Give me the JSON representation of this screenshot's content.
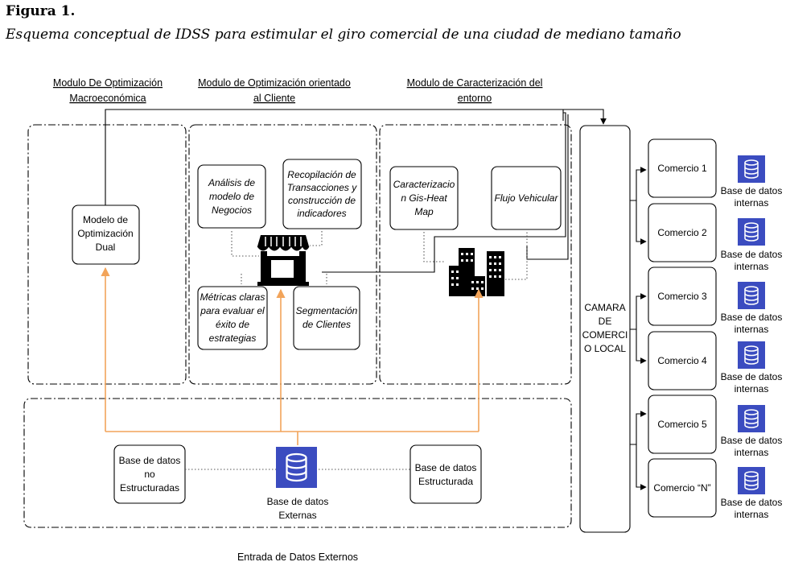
{
  "figure": {
    "label": "Figura 1.",
    "caption": "Esquema conceptual de IDSS para estimular el giro comercial de una ciudad de mediano tamaño"
  },
  "modules": {
    "macro": {
      "title": [
        "Modulo De Optimización",
        "Macroeconómica"
      ],
      "box": [
        "Modelo de",
        "Optimización",
        "Dual"
      ]
    },
    "client": {
      "title": [
        "Modulo de Optimización orientado",
        "al Cliente"
      ],
      "boxes": [
        [
          "Análisis de",
          "modelo de",
          "Negocios"
        ],
        [
          "Recopilación de",
          "Transacciones y",
          "construcción de",
          "indicadores"
        ],
        [
          "Métricas claras",
          "para evaluar el",
          "éxito de",
          "estrategias"
        ],
        [
          "Segmentación",
          "de Clientes"
        ]
      ],
      "icon": "storefront-icon"
    },
    "environment": {
      "title": [
        "Modulo de Caracterización del",
        "entorno"
      ],
      "boxes": [
        [
          "Caracterizacio",
          "n Gis-Heat",
          "Map"
        ],
        [
          "Flujo Vehicular"
        ]
      ],
      "icon": "city-buildings-icon"
    }
  },
  "external": {
    "section_label": "Entrada de Datos Externos",
    "unstructured": [
      "Base de datos",
      "no",
      "Estructuradas"
    ],
    "central_db": [
      "Base de datos",
      "Externas"
    ],
    "structured": [
      "Base de datos",
      "Estructurada"
    ],
    "icon": "database-icon"
  },
  "camara": [
    "CAMARA",
    "DE",
    "COMERCI",
    "O LOCAL"
  ],
  "comercios": [
    {
      "label": "Comercio 1",
      "db": [
        "Base de datos",
        "internas"
      ]
    },
    {
      "label": "Comercio 2",
      "db": [
        "Base de datos",
        "internas"
      ]
    },
    {
      "label": "Comercio 3",
      "db": [
        "Base de datos",
        "internas"
      ]
    },
    {
      "label": "Comercio 4",
      "db": [
        "Base de datos",
        "internas"
      ]
    },
    {
      "label": "Comercio 5",
      "db": [
        "Base de datos",
        "internas"
      ]
    },
    {
      "label": "Comercio “N”",
      "db": [
        "Base de datos",
        "internas"
      ]
    }
  ],
  "colors": {
    "db_icon": "#3b4cc0",
    "orange_arrows": "#f2a45a",
    "lines": "#000000"
  }
}
